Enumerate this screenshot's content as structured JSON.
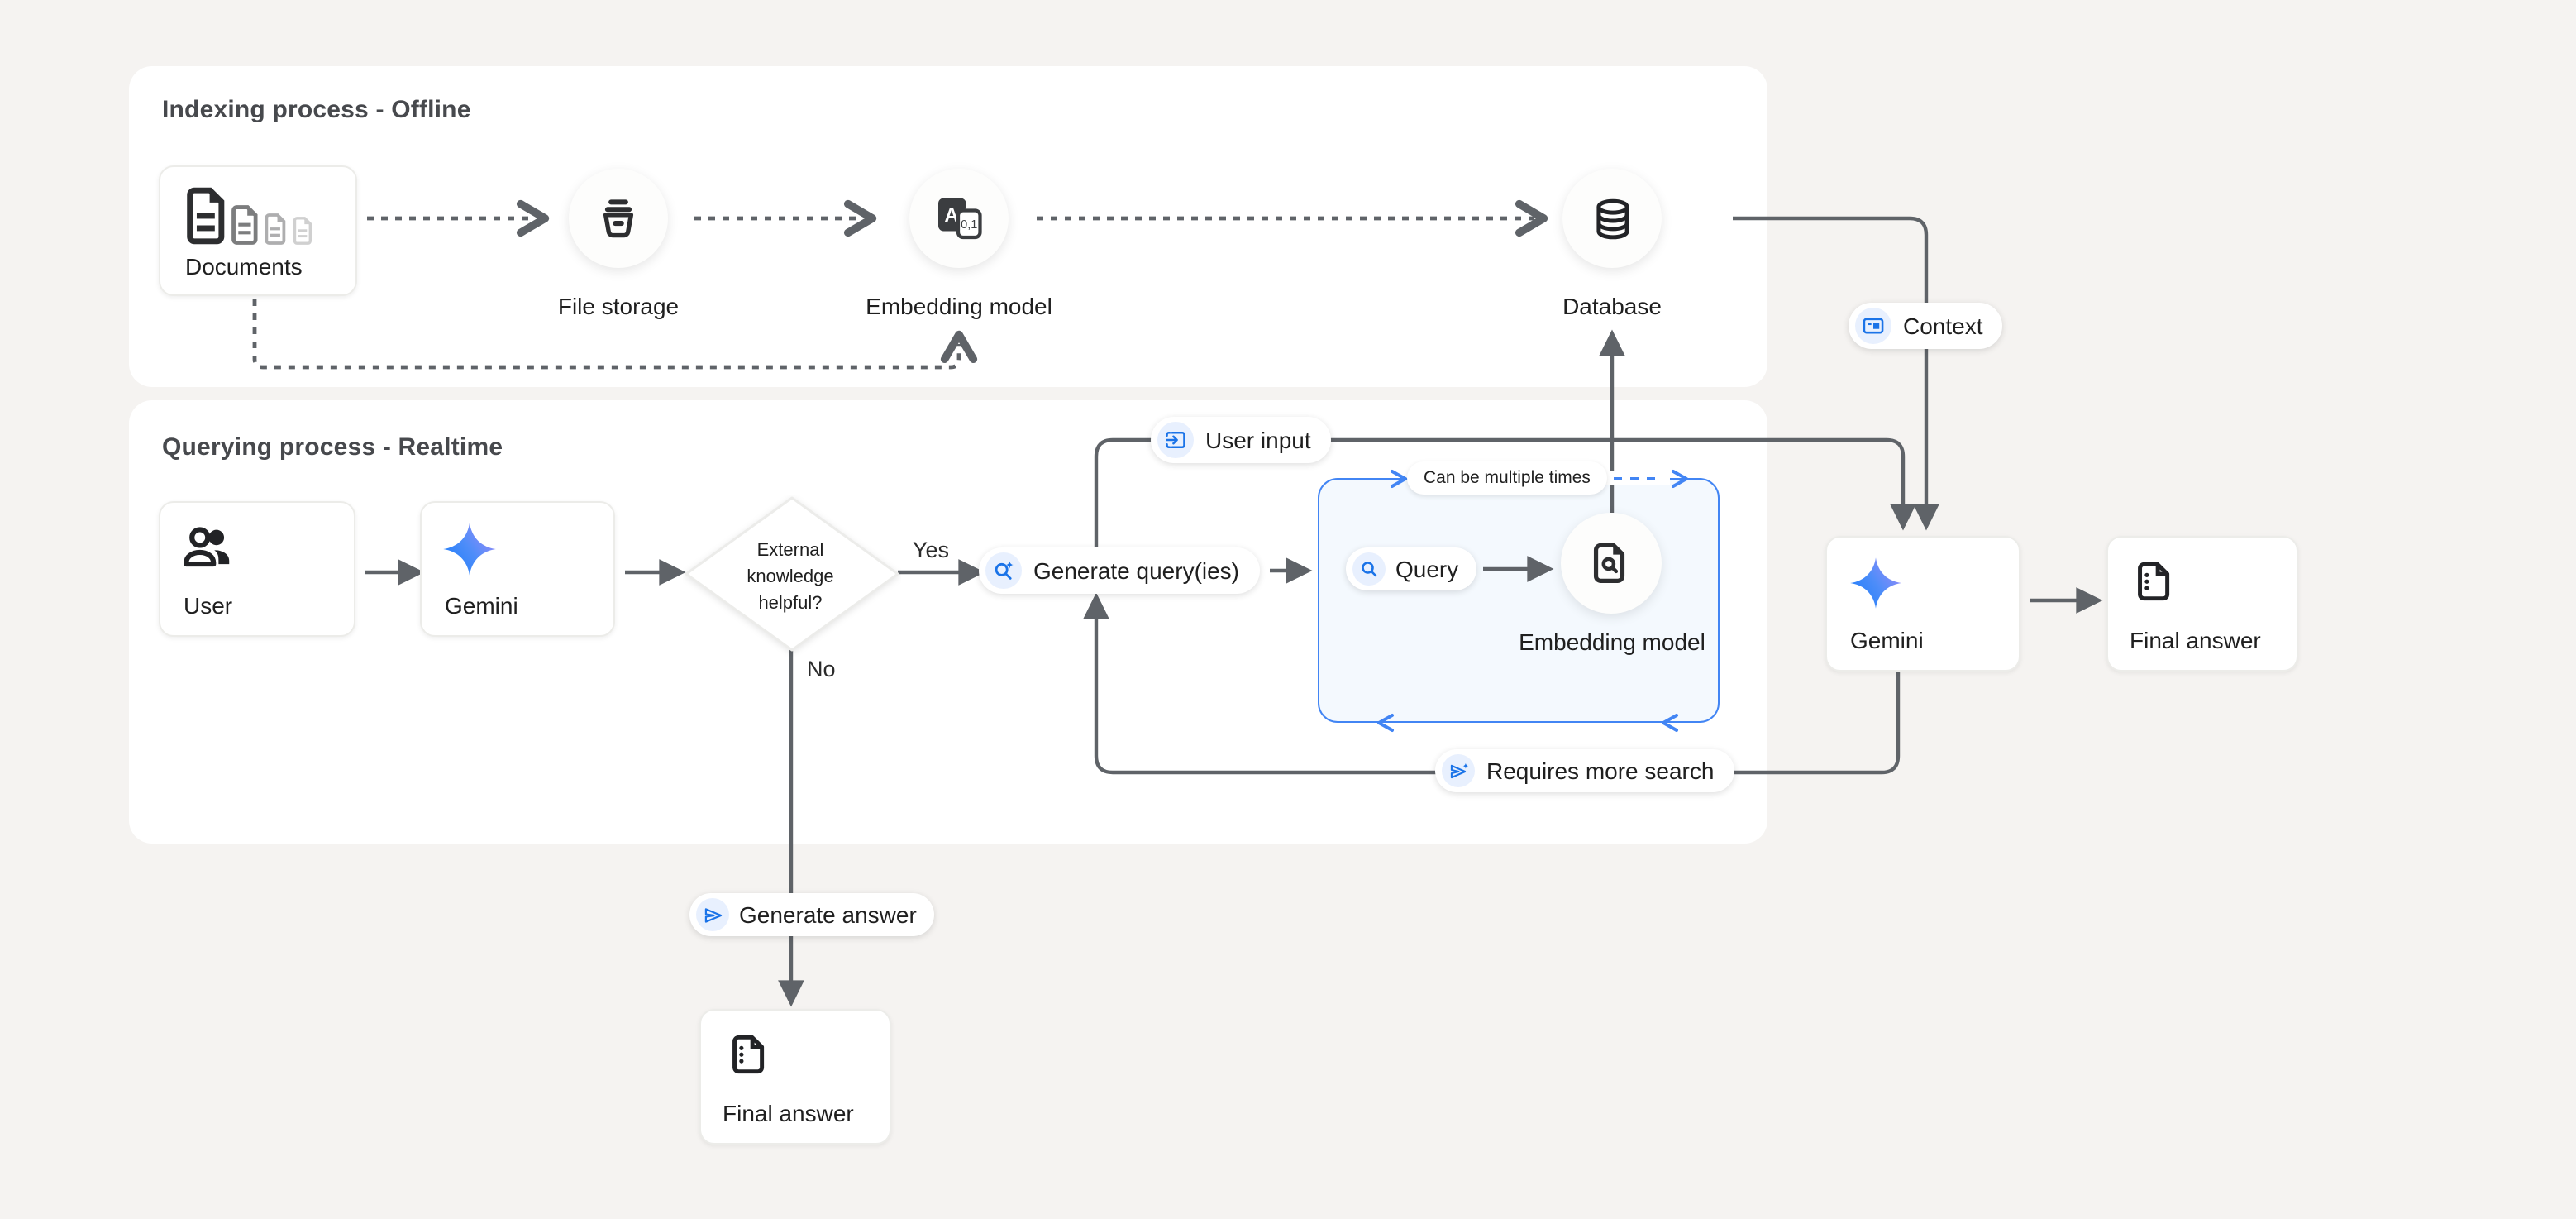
{
  "panels": {
    "indexing": {
      "title": "Indexing process - Offline"
    },
    "querying": {
      "title": "Querying process - Realtime"
    }
  },
  "nodes": {
    "documents": {
      "label": "Documents",
      "icon": "documents-stack-icon"
    },
    "file_storage": {
      "label": "File storage",
      "icon": "storage-bucket-icon"
    },
    "embedding_model_offline": {
      "label": "Embedding model",
      "icon": "translate-binary-icon"
    },
    "database": {
      "label": "Database",
      "icon": "database-cylinder-icon"
    },
    "user": {
      "label": "User",
      "icon": "people-icon"
    },
    "gemini_query": {
      "label": "Gemini",
      "icon": "gemini-star-icon"
    },
    "decision": {
      "lines": [
        "External",
        "knowledge",
        "helpful?"
      ]
    },
    "embedding_model_realtime": {
      "label": "Embedding model",
      "icon": "document-search-icon"
    },
    "gemini_answer": {
      "label": "Gemini",
      "icon": "gemini-star-icon"
    },
    "final_answer_right": {
      "label": "Final answer",
      "icon": "document-notes-icon"
    },
    "final_answer_bottom": {
      "label": "Final answer",
      "icon": "document-notes-icon"
    }
  },
  "pills": {
    "user_input": {
      "label": "User input",
      "icon": "input-icon"
    },
    "context": {
      "label": "Context",
      "icon": "article-icon"
    },
    "generate_queries": {
      "label": "Generate query(ies)",
      "icon": "search-sparkle-icon"
    },
    "query": {
      "label": "Query",
      "icon": "search-icon"
    },
    "can_be_multiple_times": {
      "label": "Can be multiple times"
    },
    "requires_more_search": {
      "label": "Requires more search",
      "icon": "send-sparkle-icon"
    },
    "generate_answer": {
      "label": "Generate answer",
      "icon": "send-icon"
    }
  },
  "edge_labels": {
    "yes": "Yes",
    "no": "No"
  },
  "colors": {
    "background": "#f5f3f1",
    "panel": "#ffffff",
    "line": "#5f6368",
    "accent_blue": "#4285f4",
    "icon_blue": "#1a73e8",
    "icon_bubble_bg": "#e8f0fe",
    "text": "#1f1f1f"
  }
}
